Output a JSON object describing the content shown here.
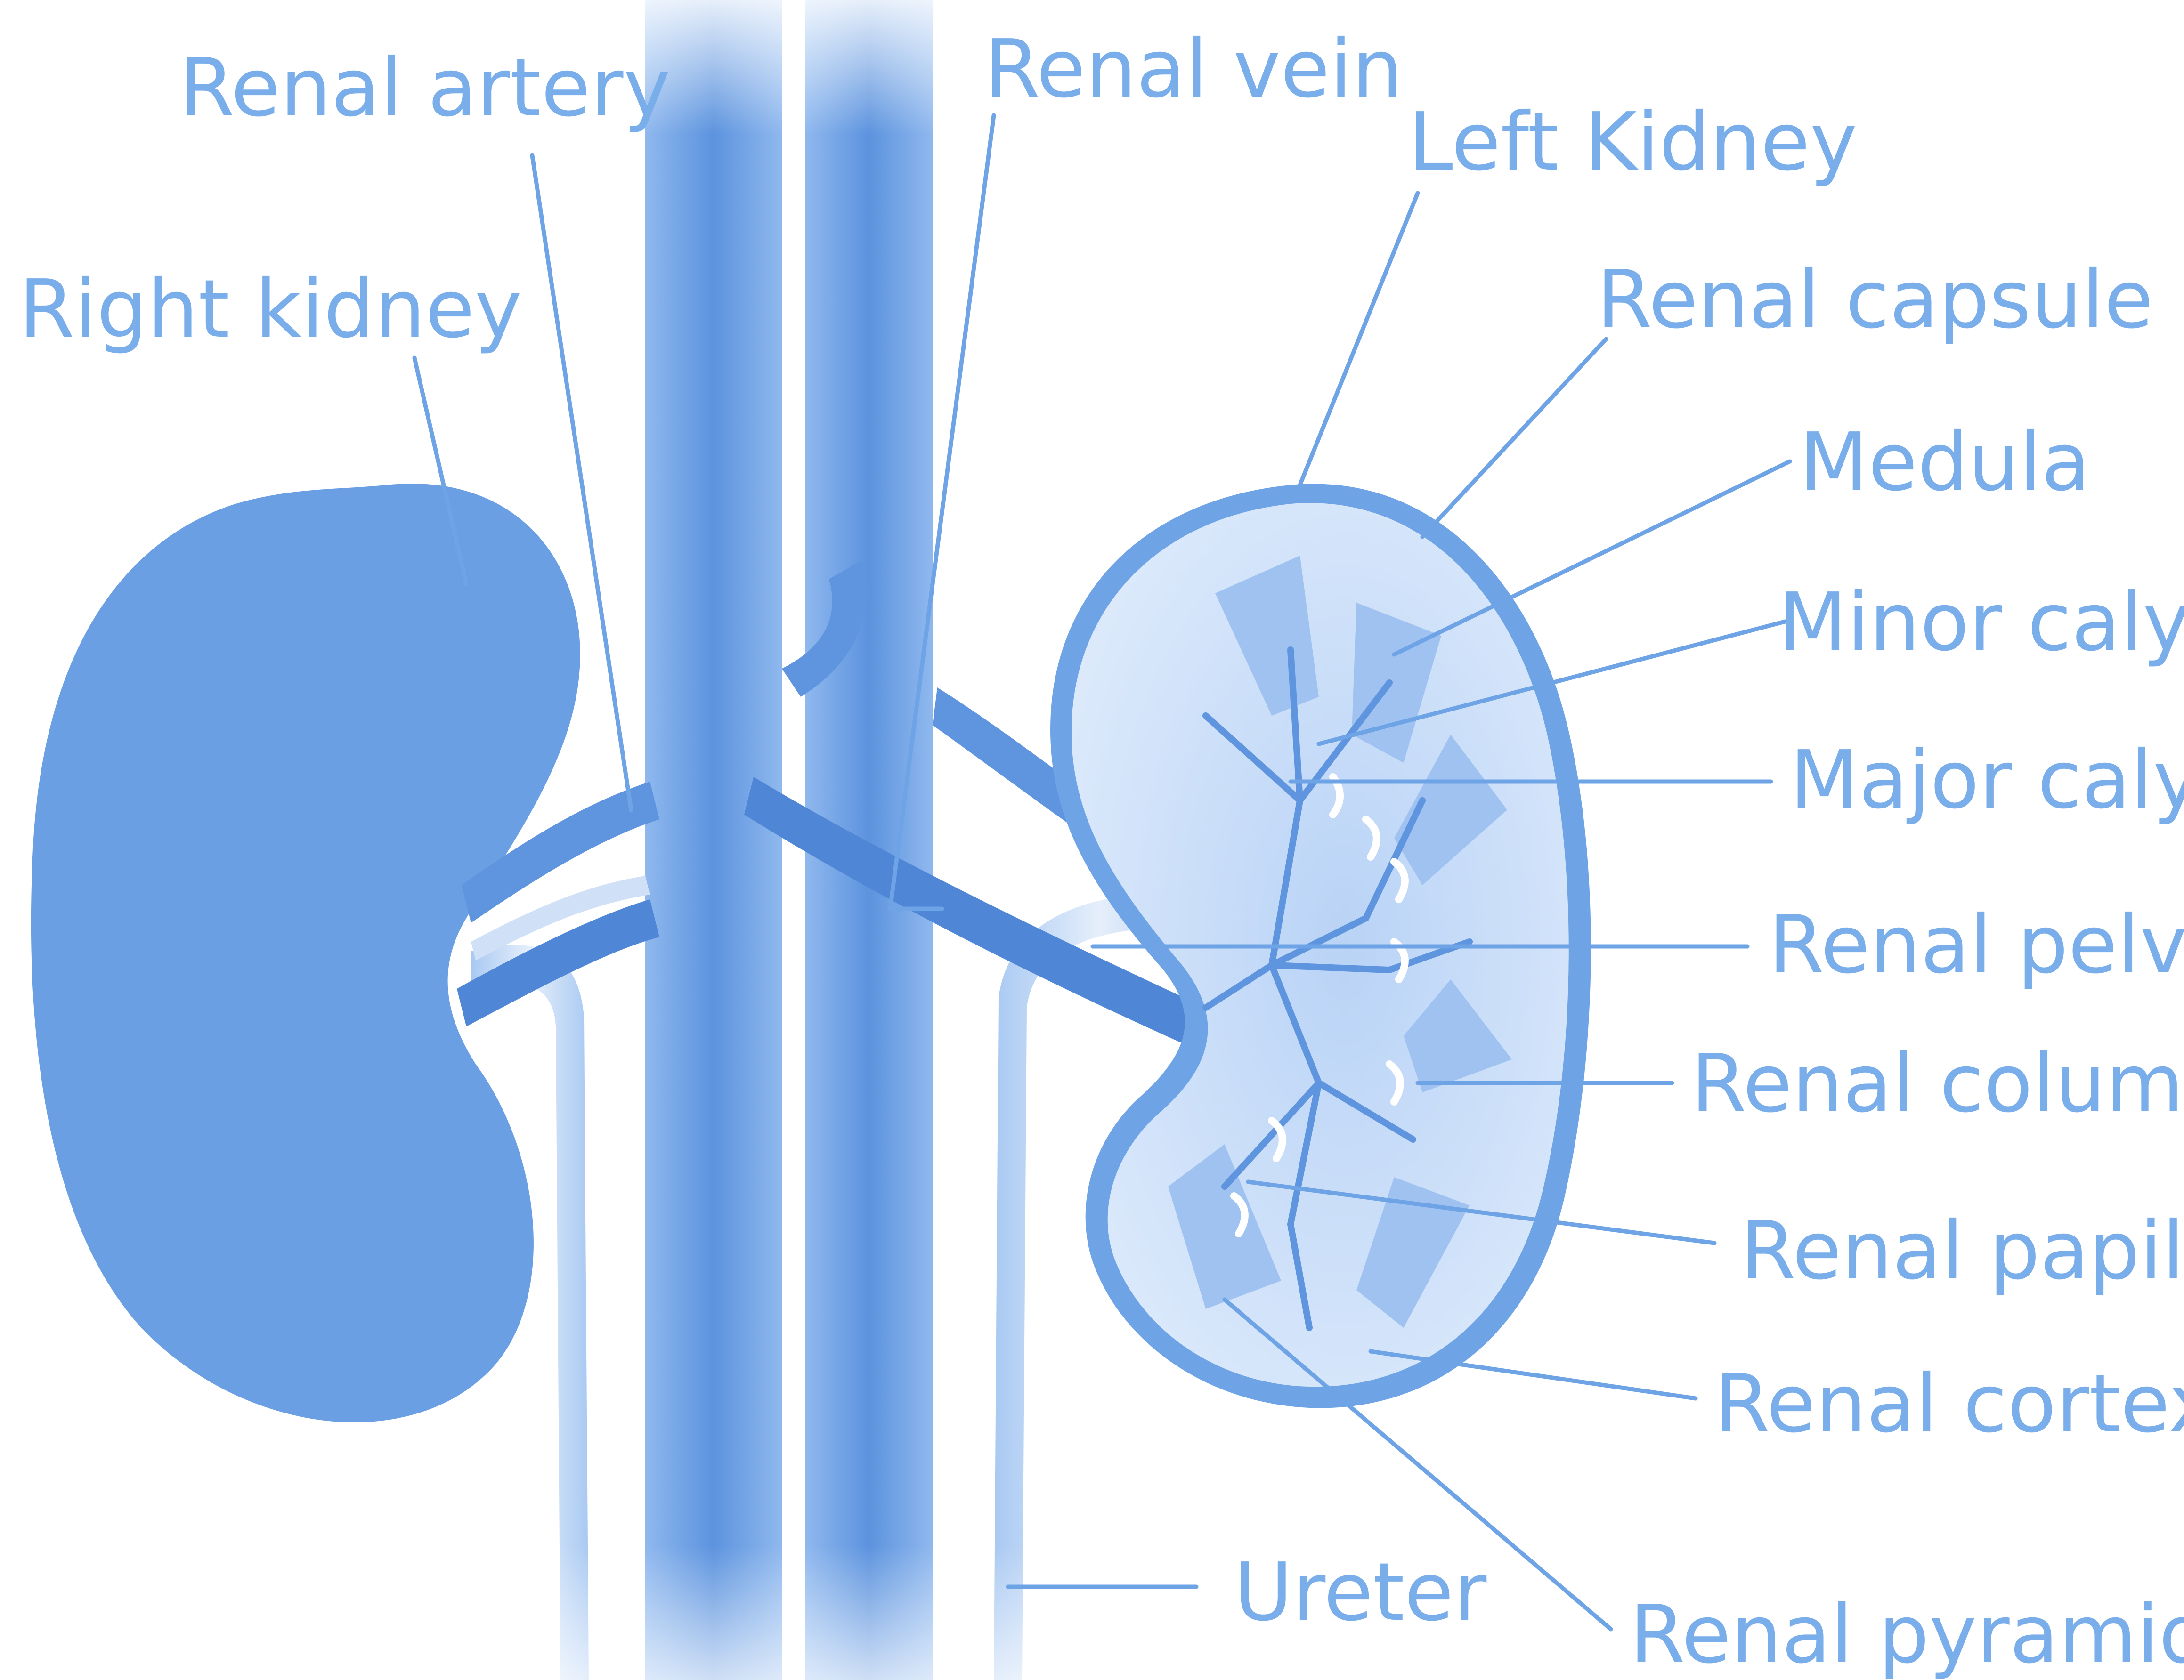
{
  "labels": {
    "renal_artery": "Renal artery",
    "renal_vein": "Renal vein",
    "left_kidney": "Left Kidney",
    "right_kidney": "Right kidney",
    "renal_capsule": "Renal capsule",
    "medula": "Medula",
    "minor_calyx": "Minor calyx",
    "major_calyx": "Major calyx",
    "renal_pelvis": "Renal pelvis",
    "renal_columns": "Renal columns",
    "renal_papilla": "Renal papilla",
    "renal_cortex": "Renal cortex",
    "ureter": "Ureter",
    "renal_pyramid": "Renal pyramid"
  },
  "colors": {
    "label": "#7aaeea",
    "leader_line": "#6ea4e6",
    "kidney_fill": "#6b9fe3",
    "vessel_dark": "#5f95df",
    "vessel_light": "#cfe0f7",
    "medulla_fill": "#cfe2fa",
    "capsule_rim": "#6ea4e6"
  }
}
